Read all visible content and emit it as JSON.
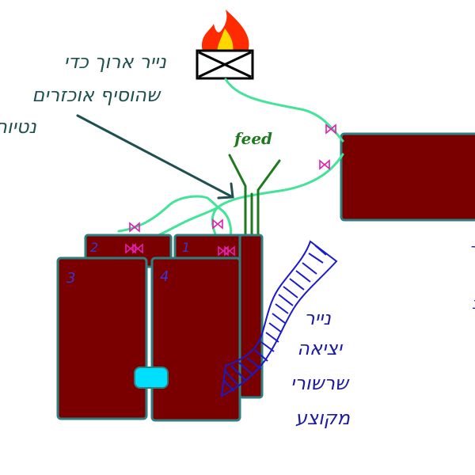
{
  "labels": {
    "feed": "feed",
    "paper_note": [
      "נייר ארוך כדי",
      "שהוסיף אוכזרים",
      "נטיות"
    ],
    "paper_out": [
      "נייר",
      "יציאה",
      "שרשורי",
      "מקוצע"
    ],
    "cutoff_chars": [
      "ר",
      "ו",
      "נ"
    ],
    "panel_numbers": [
      "2",
      "1",
      "3",
      "4"
    ]
  },
  "colors": {
    "background": "#ffffff",
    "box_fill": "#7a0000",
    "box_border": "#2f7f7f",
    "tube": "#44e39a",
    "feed_pipe": "#1f7a1f",
    "feed_text": "#1f7a1f",
    "valve": "#e020b0",
    "arrow": "#1f4f4f",
    "handwriting_dark": "#1f4f4f",
    "handwriting_blue": "#1c1ca0",
    "panel_number": "#3a36d0",
    "roll": "#1a1acc",
    "latch": "#00dfff",
    "flame_outer": "#ff2b00",
    "flame_inner": "#ffd800"
  },
  "icons": {
    "burner": "flame-over-envelope",
    "valve": "bowtie-valve",
    "latch": "rounded-rect-latch"
  }
}
